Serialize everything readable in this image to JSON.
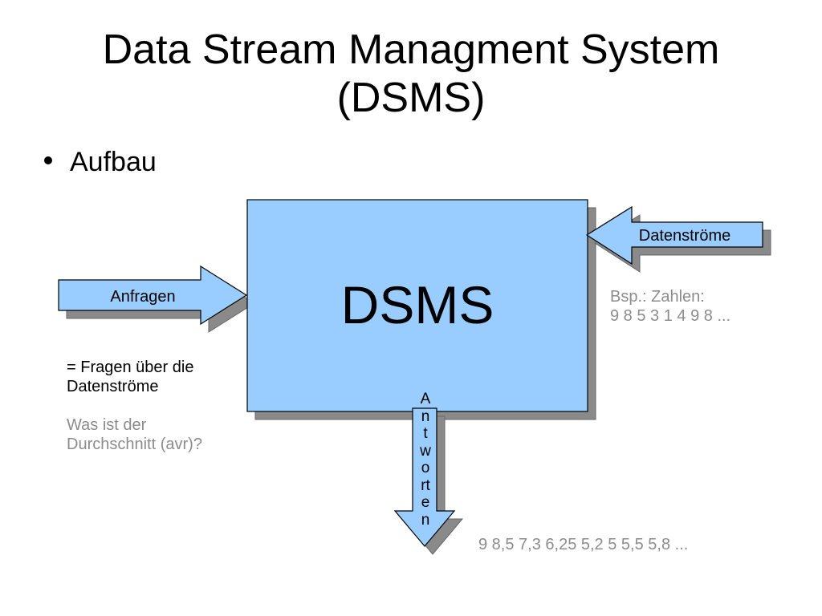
{
  "slide": {
    "title_line1": "Data Stream Managment System",
    "title_line2": "(DSMS)",
    "bullet": "Aufbau"
  },
  "diagram": {
    "box_label": "DSMS",
    "input_arrow_label": "Anfragen",
    "stream_arrow_label": "Datenströme",
    "output_arrow_letters": [
      "A",
      "n",
      "t",
      "w",
      "o",
      "rt",
      "e",
      "n"
    ],
    "query_note_line1": "= Fragen über die",
    "query_note_line2": "Datenströme",
    "query_example_line1": "Was ist der",
    "query_example_line2": "Durchschnitt (avr)?",
    "stream_example_line1": "Bsp.: Zahlen:",
    "stream_example_line2": "9 8 5 3 1 4 9 8 ...",
    "answer_example": "9 8,5 7,3 6,25 5,2 5 5,5 5,8 ..."
  },
  "colors": {
    "shape_fill": "#99ccff",
    "shadow": "#8a8a8a",
    "outline": "#000000",
    "note_gray": "#8c8c8c"
  }
}
